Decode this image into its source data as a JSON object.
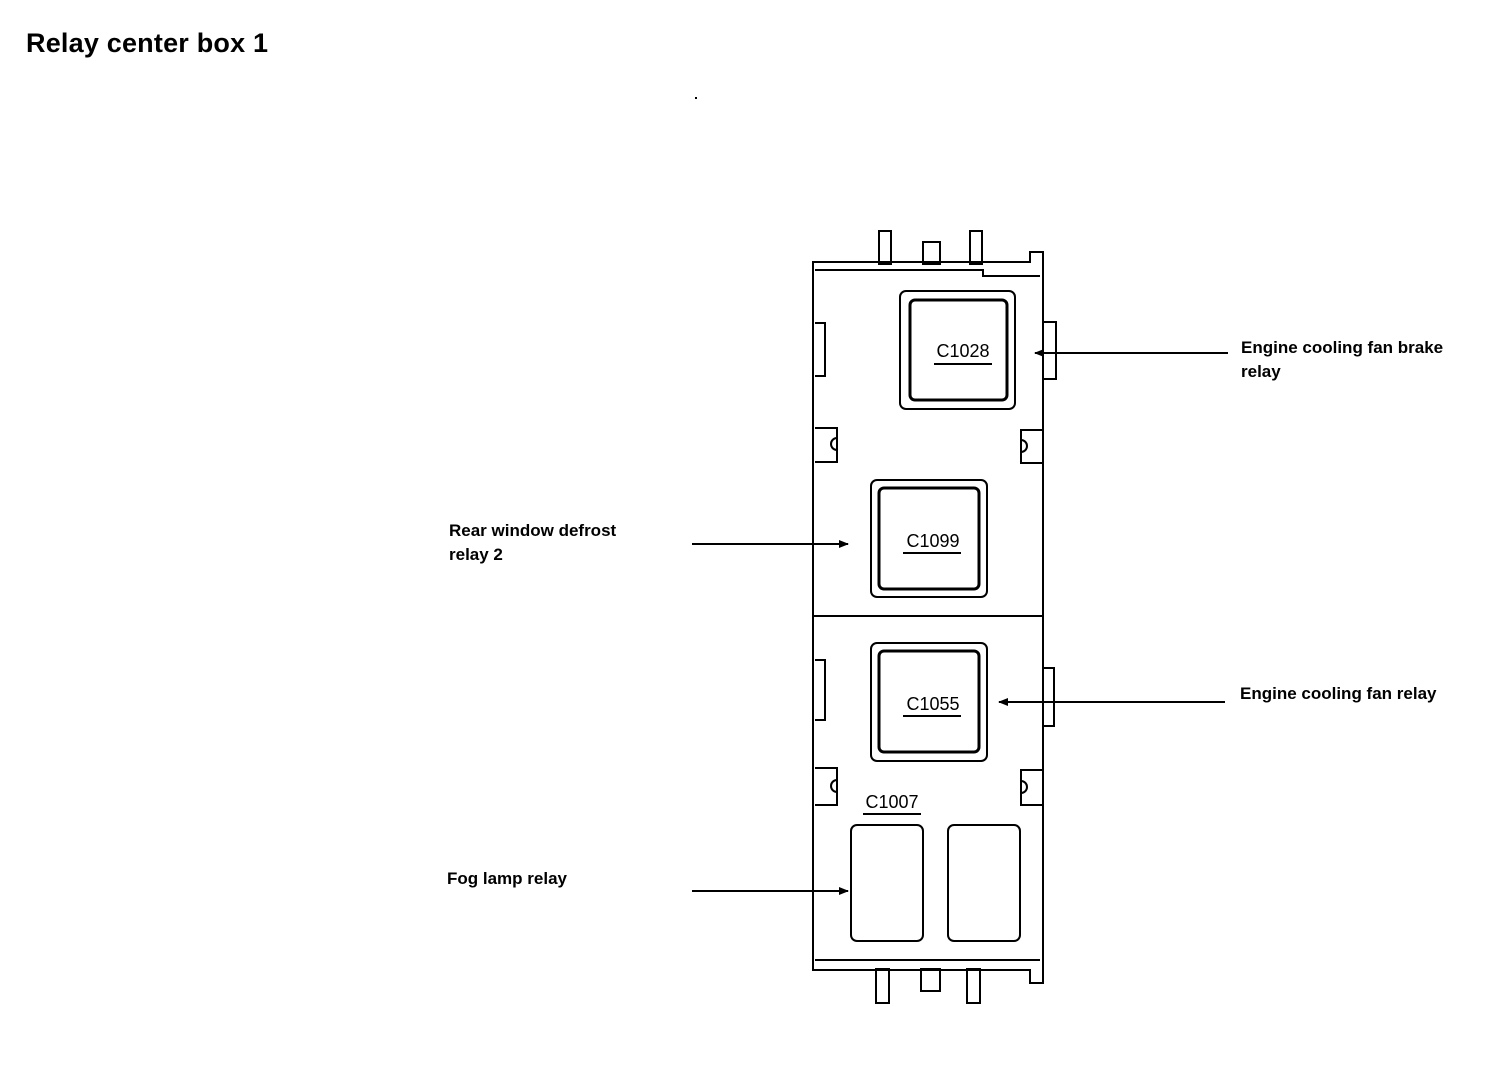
{
  "title": "Relay center box 1",
  "relays": [
    {
      "connector": "C1028",
      "label": "Engine cooling fan brake\nrelay"
    },
    {
      "connector": "C1099",
      "label": "Rear window defrost\nrelay 2"
    },
    {
      "connector": "C1055",
      "label": "Engine cooling fan relay"
    },
    {
      "connector": "C1007",
      "label": "Fog lamp relay"
    }
  ]
}
